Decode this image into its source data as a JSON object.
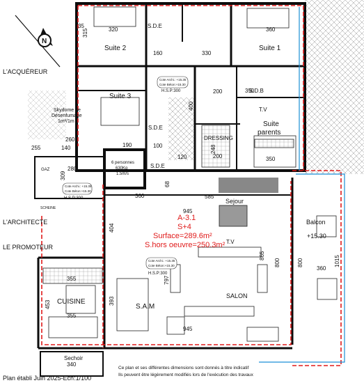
{
  "side_labels": {
    "acquereur": "L'ACQUÉREUR",
    "architecte": "L'ARCHITECTE",
    "promoteur": "LE PROMOTEUR"
  },
  "footer": {
    "plan_date": "Plan établi Juin 2025-Ech:1/100",
    "disclaimer_1": "Ce plan et ses différentes dimensions sont donnés à titre indicatif",
    "disclaimer_2": "Ils peuvent être légèrement modifiés lors de l'exécution des travaux"
  },
  "apartment": {
    "ref": "A-3.1",
    "floor": "S+4",
    "surface": "Surface=289.6m²",
    "hors_oeuvre": "S.hors oeuvre=250.3m²"
  },
  "rooms": {
    "suite2": "Suite 2",
    "suite1": "Suite 1",
    "suite3": "Suite 3",
    "sde_1": "S.D.E",
    "sde_2": "S.D.E",
    "sde_3": "S.D.E",
    "sdb": "S.D.B",
    "dressing": "DRESSING",
    "suite_parents_1": "Suite",
    "suite_parents_2": "parents",
    "tv_parents": "T.V",
    "skydome_1": "Skydome de",
    "skydome_2": "Désenfumage",
    "skydome_3": "1m²/1m",
    "lift_1": "6 personnes",
    "lift_2": "630Kg",
    "lift_3": "1.5m/s",
    "sejour": "Sejour",
    "tv": "T.V",
    "salon": "SALON",
    "sam": "S.A.M",
    "cuisine": "CUISINE",
    "sechoir": "Sechoir",
    "balcon": "Balcon",
    "balcon_level": "+15.30",
    "gaz": "GAZ",
    "scheine": "SCHEINE"
  },
  "cote_notes": {
    "archi": "Cote Archi.: +15.35",
    "beton": "Cote Béton:+15.30",
    "hsp": "H.S.P:300"
  },
  "dimensions": {
    "d320a": "320",
    "d360a": "360",
    "d315": "315",
    "d35": "35",
    "d160": "160",
    "d330": "330",
    "d200a": "200",
    "d200b": "200",
    "d350a": "350",
    "d350b": "350",
    "d400": "400",
    "d190": "190",
    "d260": "260",
    "d255": "255",
    "d140": "140",
    "d280": "280",
    "d309": "309",
    "d360b": "360",
    "d585": "585",
    "d68": "68",
    "d945a": "945",
    "d945b": "945",
    "d404": "404",
    "d797": "797",
    "d355a": "355",
    "d355b": "355",
    "d393": "393",
    "d453": "453",
    "d340": "340",
    "d800a": "800",
    "d800b": "800",
    "d865": "865",
    "d360c": "360",
    "d1015": "1015",
    "d248": "248",
    "d120": "120",
    "d100": "100"
  },
  "colors": {
    "wall": "#0d0d0d",
    "red_line": "#e01a1a",
    "blue_line": "#1b8fd6",
    "hatch": "#555555"
  },
  "icons": [
    "north-arrow-icon"
  ]
}
